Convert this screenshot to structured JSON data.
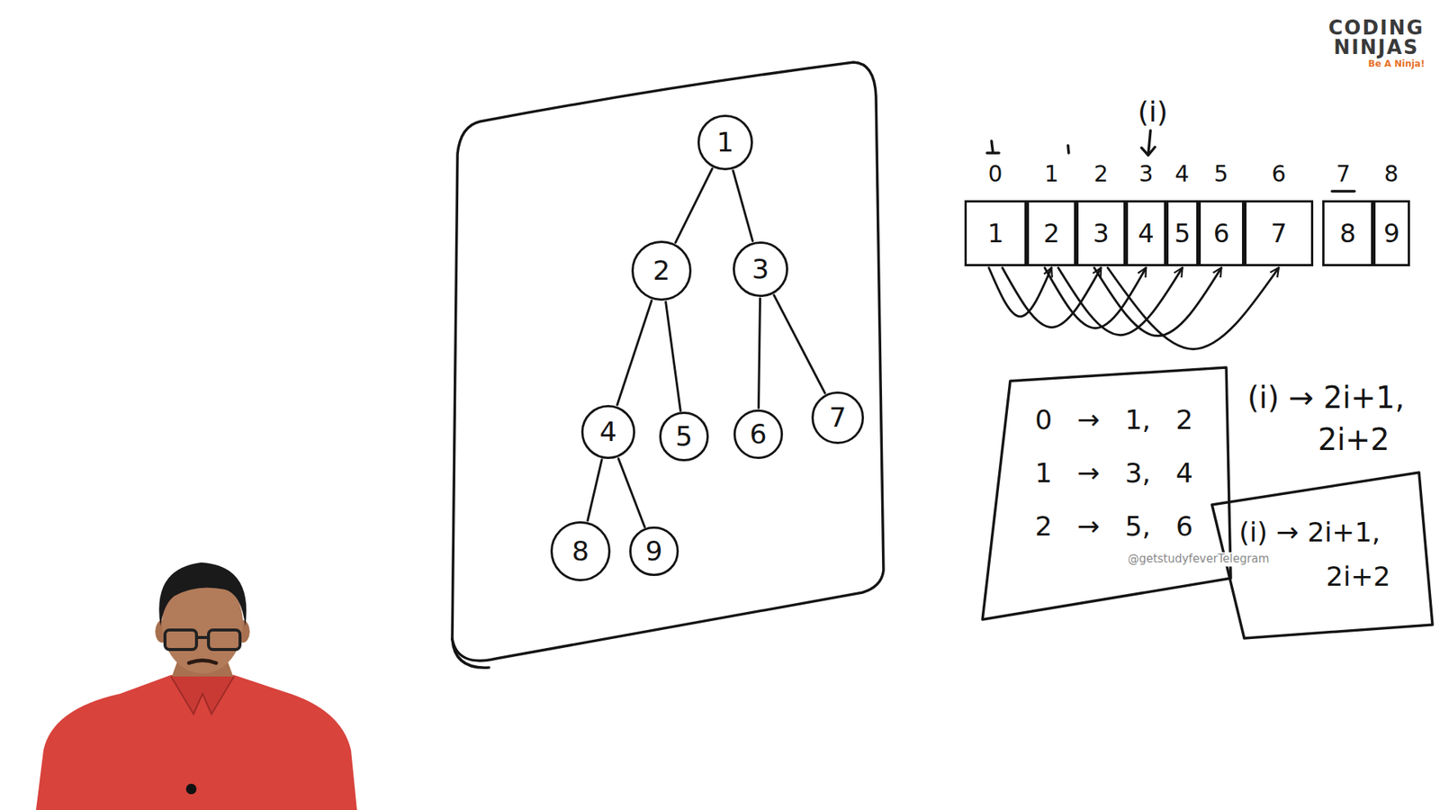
{
  "diagram": {
    "nodes": [
      {
        "text": [
          "1"
        ]
      },
      {
        "text": [
          "2"
        ]
      },
      {
        "text": [
          "3"
        ]
      },
      {
        "text": [
          "4"
        ]
      },
      {
        "text": [
          "5"
        ]
      },
      {
        "text": [
          "6"
        ]
      },
      {
        "text": [
          "7"
        ]
      },
      {
        "text": [
          "8"
        ]
      },
      {
        "text": [
          "9"
        ]
      },
      {
        "text": [
          "1"
        ]
      },
      {
        "text": [
          "2"
        ]
      },
      {
        "text": [
          "3"
        ]
      },
      {
        "text": [
          "4"
        ]
      },
      {
        "text": [
          "5"
        ]
      },
      {
        "text": [
          "6"
        ]
      },
      {
        "text": [
          "7"
        ]
      },
      {
        "text": [
          "8"
        ]
      },
      {
        "text": [
          "9"
        ]
      },
      {
        "text": [
          "0 → 1, 2",
          "1 → 3, 4",
          "2 → 5, 6"
        ]
      },
      {
        "text": [
          "(i) → 2i+1,",
          "2i+2"
        ]
      }
    ],
    "edges": [
      {
        "from": 0,
        "to": 1,
        "arrow": "none"
      },
      {
        "from": 0,
        "to": 2,
        "arrow": "none"
      },
      {
        "from": 1,
        "to": 3,
        "arrow": "none"
      },
      {
        "from": 1,
        "to": 4,
        "arrow": "none"
      },
      {
        "from": 2,
        "to": 5,
        "arrow": "none"
      },
      {
        "from": 2,
        "to": 6,
        "arrow": "none"
      },
      {
        "from": 3,
        "to": 7,
        "arrow": "none"
      },
      {
        "from": 3,
        "to": 8,
        "arrow": "none"
      },
      {
        "from": 9,
        "to": 10,
        "arrow": "to"
      },
      {
        "from": 9,
        "to": 11,
        "arrow": "to"
      },
      {
        "from": 10,
        "to": 12,
        "arrow": "to"
      },
      {
        "from": 10,
        "to": 13,
        "arrow": "to"
      },
      {
        "from": 11,
        "to": 14,
        "arrow": "to"
      },
      {
        "from": 11,
        "to": 15,
        "arrow": "to"
      }
    ],
    "labels": [
      "CODING",
      "NINJAS",
      "Be A Ninja!",
      "(i)",
      "0",
      "1",
      "2",
      "3",
      "4",
      "5",
      "6",
      "7",
      "8",
      "(i) → 2i+1,",
      "2i+2",
      "@getstudyfeverTelegram"
    ]
  }
}
